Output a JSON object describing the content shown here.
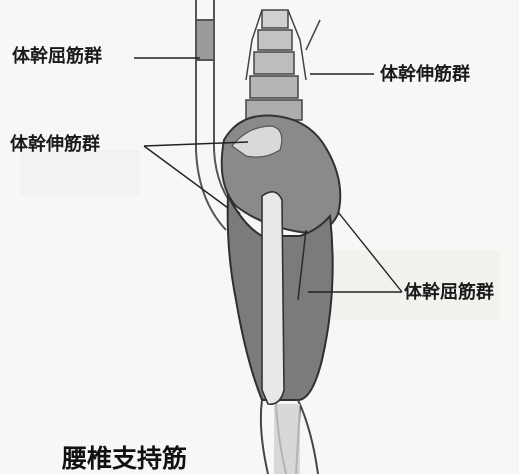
{
  "diagram": {
    "title": "腰椎支持筋",
    "labels": {
      "trunk_flexors_upper_left": "体幹屈筋群",
      "trunk_extensors_upper_right": "体幹伸筋群",
      "trunk_extensors_left": "体幹伸筋群",
      "trunk_flexors_right": "体幹屈筋群"
    }
  }
}
